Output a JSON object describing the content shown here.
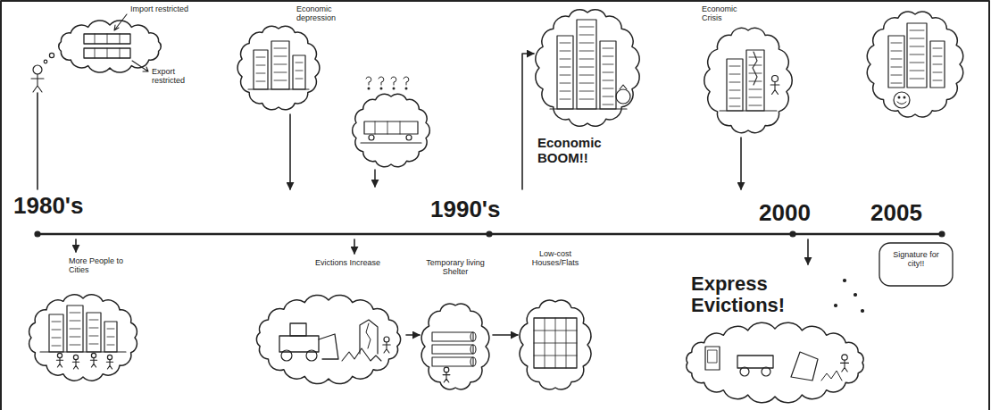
{
  "diagram": {
    "nodes": [
      {
        "text": [
          "Import restricted",
          "Export restricted"
        ]
      },
      {
        "text": [
          "Economic depression"
        ]
      },
      {
        "text": [
          "Economic BOOM!!"
        ]
      },
      {
        "text": [
          "Economic Crisis"
        ]
      },
      {
        "text": [
          "1980's",
          "1990's",
          "2000",
          "2005"
        ]
      },
      {
        "text": [
          "More People to Cities"
        ]
      },
      {
        "text": [
          "Evictions Increase"
        ]
      },
      {
        "text": [
          "Temporary living Shelter"
        ]
      },
      {
        "text": [
          "Low-cost Houses/Flats"
        ]
      },
      {
        "text": [
          "Express Evictions!"
        ]
      },
      {
        "text": [
          "Signature for city!!"
        ]
      }
    ],
    "edges": [
      {
        "from": 0,
        "to": 4,
        "arrow": "none"
      },
      {
        "from": 1,
        "to": 4,
        "arrow": "to"
      },
      {
        "from": 4,
        "to": 2,
        "arrow": "to"
      },
      {
        "from": 3,
        "to": 4,
        "arrow": "to"
      },
      {
        "from": 4,
        "to": 5,
        "arrow": "to"
      },
      {
        "from": 4,
        "to": 6,
        "arrow": "to"
      },
      {
        "from": 6,
        "to": 7,
        "arrow": "to"
      },
      {
        "from": 7,
        "to": 8,
        "arrow": "to"
      },
      {
        "from": 4,
        "to": 9,
        "arrow": "to"
      }
    ]
  }
}
